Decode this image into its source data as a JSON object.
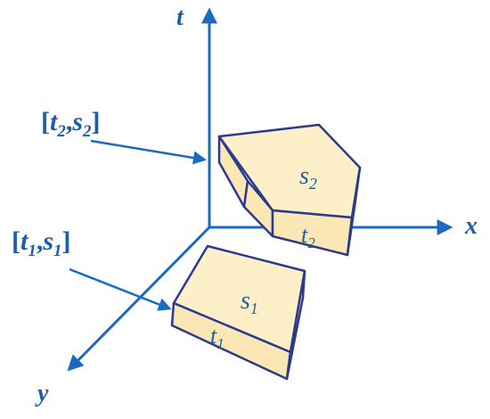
{
  "colors": {
    "axis": "#1a6bbf",
    "label": "#1a5fa8",
    "face_top": "#fdf0c8",
    "face_side": "#fbe7b4",
    "outline": "#2b3a8c"
  },
  "axes": {
    "t": "t",
    "x": "x",
    "y": "y"
  },
  "callouts": {
    "upper": {
      "open": "[",
      "t": "t",
      "t_sub": "2",
      "comma": ",",
      "s": "s",
      "s_sub": "2",
      "close": "]"
    },
    "lower": {
      "open": "[",
      "t": "t",
      "t_sub": "1",
      "comma": ",",
      "s": "s",
      "s_sub": "1",
      "close": "]"
    }
  },
  "blocks": {
    "upper": {
      "top_label": "s",
      "top_sub": "2",
      "side_label": "t",
      "side_sub": "2"
    },
    "lower": {
      "top_label": "s",
      "top_sub": "1",
      "side_label": "t",
      "side_sub": "1"
    }
  }
}
